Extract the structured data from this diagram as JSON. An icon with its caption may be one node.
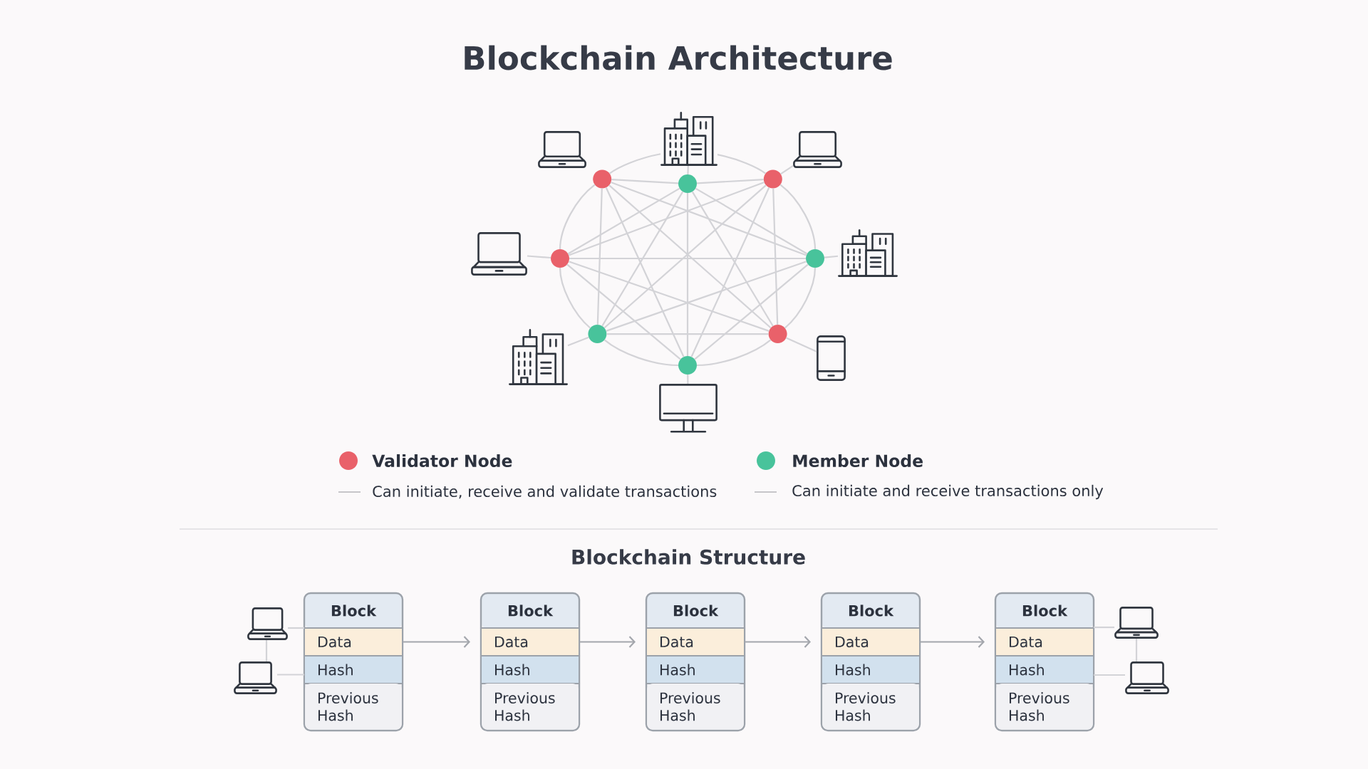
{
  "diagram": {
    "title": "Blockchain Architecture",
    "nodes": [
      {
        "text": [],
        "shape": "laptop"
      },
      {
        "text": [],
        "shape": "building"
      },
      {
        "text": [],
        "shape": "laptop"
      },
      {
        "text": [],
        "shape": "circle"
      },
      {
        "text": [],
        "shape": "circle"
      },
      {
        "text": [],
        "shape": "circle"
      },
      {
        "text": [],
        "shape": "laptop"
      },
      {
        "text": [],
        "shape": "circle"
      },
      {
        "text": [],
        "shape": "circle"
      },
      {
        "text": [],
        "shape": "building"
      },
      {
        "text": [],
        "shape": "building"
      },
      {
        "text": [],
        "shape": "circle"
      },
      {
        "text": [],
        "shape": "circle"
      },
      {
        "text": [],
        "shape": "phone"
      },
      {
        "text": [],
        "shape": "circle"
      },
      {
        "text": [],
        "shape": "monitor"
      },
      {
        "text": [],
        "shape": "laptop"
      },
      {
        "text": [],
        "shape": "laptop"
      },
      {
        "text": [
          "Block"
        ]
      },
      {
        "text": [
          "Data"
        ],
        "in": 18
      },
      {
        "text": [
          "Hash"
        ],
        "in": 18
      },
      {
        "text": [
          "Previous Hash"
        ],
        "in": 18
      },
      {
        "text": [
          "Block"
        ]
      },
      {
        "text": [
          "Data"
        ],
        "in": 22
      },
      {
        "text": [
          "Hash"
        ],
        "in": 22
      },
      {
        "text": [
          "Previous Hash"
        ],
        "in": 22
      },
      {
        "text": [
          "Block"
        ]
      },
      {
        "text": [
          "Data"
        ],
        "in": 26
      },
      {
        "text": [
          "Hash"
        ],
        "in": 26
      },
      {
        "text": [
          "Previous Hash"
        ],
        "in": 26
      },
      {
        "text": [
          "Block"
        ]
      },
      {
        "text": [
          "Data"
        ],
        "in": 30
      },
      {
        "text": [
          "Hash"
        ],
        "in": 30
      },
      {
        "text": [
          "Previous Hash"
        ],
        "in": 30
      },
      {
        "text": [
          "Block"
        ]
      },
      {
        "text": [
          "Data"
        ],
        "in": 34
      },
      {
        "text": [
          "Hash"
        ],
        "in": 34
      },
      {
        "text": [
          "Previous Hash"
        ],
        "in": 34
      },
      {
        "text": [],
        "shape": "laptop"
      },
      {
        "text": [],
        "shape": "laptop"
      }
    ],
    "edges": [
      {
        "from": 1,
        "to": 4,
        "arrow": "none"
      },
      {
        "from": 5,
        "to": 2,
        "arrow": "none"
      },
      {
        "from": 6,
        "to": 7,
        "arrow": "none"
      },
      {
        "from": 8,
        "to": 9,
        "arrow": "none"
      },
      {
        "from": 10,
        "to": 11,
        "arrow": "none"
      },
      {
        "from": 12,
        "to": 13,
        "arrow": "none"
      },
      {
        "from": 14,
        "to": 15,
        "arrow": "none"
      },
      {
        "from": 3,
        "to": 1,
        "arrow": "none"
      },
      {
        "from": 1,
        "to": 5,
        "arrow": "none"
      },
      {
        "from": 5,
        "to": 8,
        "arrow": "none"
      },
      {
        "from": 8,
        "to": 12,
        "arrow": "none"
      },
      {
        "from": 12,
        "to": 14,
        "arrow": "none"
      },
      {
        "from": 14,
        "to": 11,
        "arrow": "none"
      },
      {
        "from": 11,
        "to": 7,
        "arrow": "none"
      },
      {
        "from": 7,
        "to": 3,
        "arrow": "none"
      },
      {
        "from": 3,
        "to": 4,
        "arrow": "none"
      },
      {
        "from": 4,
        "to": 5,
        "arrow": "none"
      },
      {
        "from": 3,
        "to": 12,
        "arrow": "none"
      },
      {
        "from": 4,
        "to": 14,
        "arrow": "none"
      },
      {
        "from": 5,
        "to": 11,
        "arrow": "none"
      },
      {
        "from": 7,
        "to": 8,
        "arrow": "none"
      },
      {
        "from": 3,
        "to": 8,
        "arrow": "none"
      },
      {
        "from": 4,
        "to": 12,
        "arrow": "none"
      },
      {
        "from": 5,
        "to": 14,
        "arrow": "none"
      },
      {
        "from": 8,
        "to": 11,
        "arrow": "none"
      },
      {
        "from": 12,
        "to": 7,
        "arrow": "none"
      },
      {
        "from": 14,
        "to": 3,
        "arrow": "none"
      },
      {
        "from": 11,
        "to": 4,
        "arrow": "none"
      },
      {
        "from": 7,
        "to": 5,
        "arrow": "none"
      },
      {
        "from": 4,
        "to": 8,
        "arrow": "none"
      },
      {
        "from": 5,
        "to": 12,
        "arrow": "none"
      },
      {
        "from": 8,
        "to": 14,
        "arrow": "none"
      },
      {
        "from": 12,
        "to": 11,
        "arrow": "none"
      },
      {
        "from": 14,
        "to": 7,
        "arrow": "none"
      },
      {
        "from": 11,
        "to": 3,
        "arrow": "none"
      },
      {
        "from": 7,
        "to": 4,
        "arrow": "none"
      },
      {
        "from": 16,
        "to": 18,
        "arrow": "none"
      },
      {
        "from": 17,
        "to": 20,
        "arrow": "none"
      },
      {
        "from": 16,
        "to": 17,
        "arrow": "none"
      },
      {
        "from": 19,
        "to": 23,
        "arrow": "to",
        "color": "#a3a6ac"
      },
      {
        "from": 23,
        "to": 27,
        "arrow": "to",
        "color": "#a3a6ac"
      },
      {
        "from": 27,
        "to": 31,
        "arrow": "to",
        "color": "#a3a6ac"
      },
      {
        "from": 31,
        "to": 35,
        "arrow": "to",
        "color": "#a3a6ac"
      },
      {
        "from": 34,
        "to": 38,
        "arrow": "none"
      },
      {
        "from": 36,
        "to": 39,
        "arrow": "none"
      },
      {
        "from": 38,
        "to": 39,
        "arrow": "none"
      }
    ],
    "labels": [
      "Blockchain Structure"
    ],
    "legend": [
      {
        "text": "Validator Node",
        "color": "#e9616a"
      },
      {
        "text": "Can initiate, receive and validate transactions"
      },
      {
        "text": "Member Node",
        "color": "#48c39b"
      },
      {
        "text": "Can initiate and receive transactions only"
      }
    ]
  }
}
